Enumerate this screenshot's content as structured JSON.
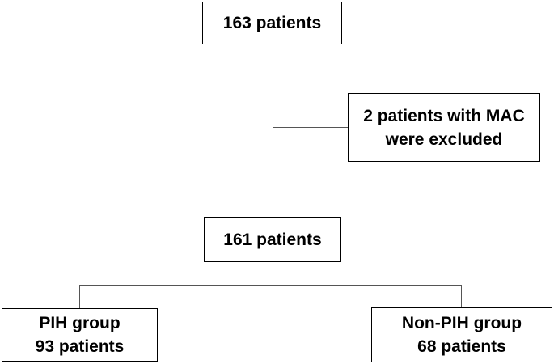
{
  "flowchart": {
    "top_box": {
      "text": "163 patients"
    },
    "exclusion_box": {
      "line1": "2 patients with MAC",
      "line2": "were excluded"
    },
    "middle_box": {
      "text": "161 patients"
    },
    "left_box": {
      "line1": "PIH group",
      "line2": "93 patients"
    },
    "right_box": {
      "line1": "Non-PIH group",
      "line2": "68 patients"
    }
  }
}
